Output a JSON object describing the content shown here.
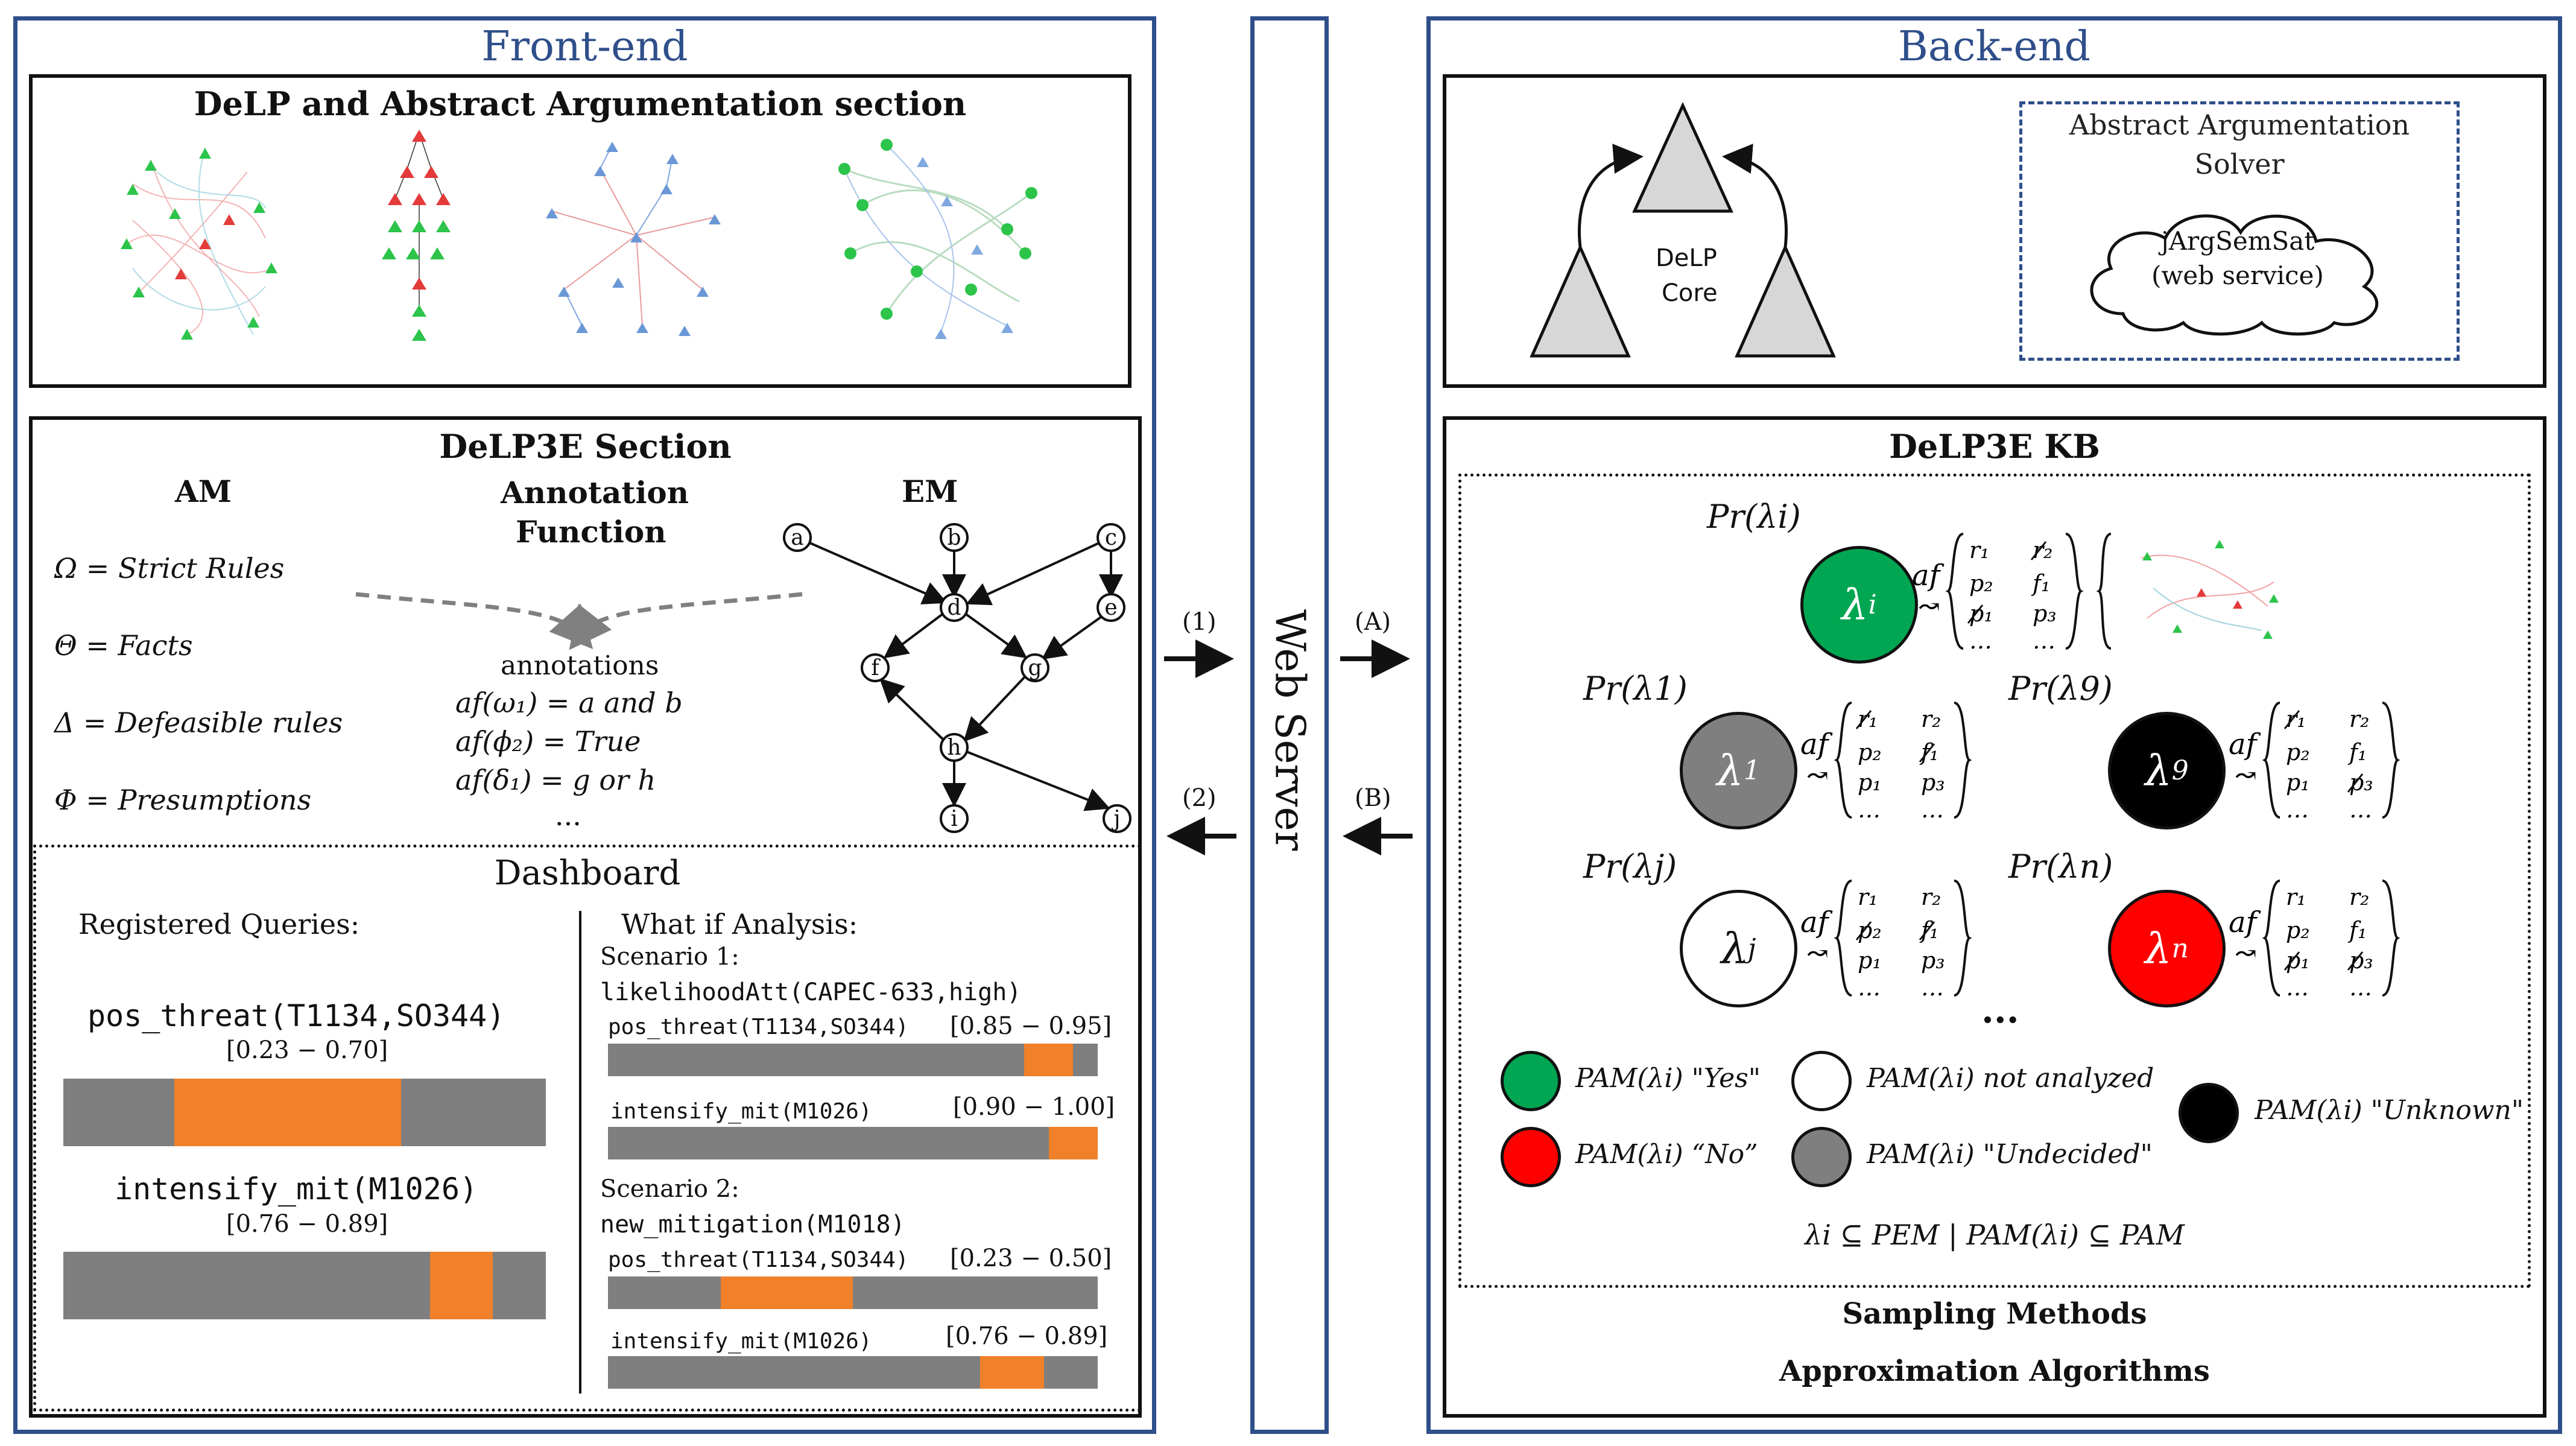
{
  "front_end": {
    "title": "Front-end",
    "delp_section": {
      "title": "DeLP and Abstract Argumentation section"
    },
    "delp3e_section": {
      "title": "DeLP3E Section",
      "am": {
        "title": "AM",
        "items": [
          "Ω = Strict Rules",
          "Θ = Facts",
          "Δ = Defeasible rules",
          "Φ = Presumptions"
        ]
      },
      "annotation": {
        "title_line1": "Annotation",
        "title_line2": "Function",
        "label": "annotations",
        "items": [
          "af(ω₁) = a and b",
          "af(ϕ₂) = True",
          "af(δ₁) = g or h",
          "..."
        ]
      },
      "em": {
        "title": "EM",
        "nodes": [
          "a",
          "b",
          "c",
          "d",
          "e",
          "f",
          "g",
          "h",
          "i",
          "j"
        ]
      }
    },
    "dashboard": {
      "title": "Dashboard",
      "registered": {
        "title": "Registered Queries:",
        "queries": [
          {
            "name": "pos_threat(T1134,SO344)",
            "range": "[0.23 − 0.70]",
            "lo": 0.23,
            "hi": 0.7
          },
          {
            "name": "intensify_mit(M1026)",
            "range": "[0.76 − 0.89]",
            "lo": 0.76,
            "hi": 0.89
          }
        ]
      },
      "whatif": {
        "title": "What if Analysis:",
        "scenarios": [
          {
            "label": "Scenario 1:",
            "action": "likelihoodAtt(CAPEC-633,high)",
            "queries": [
              {
                "name": "pos_threat(T1134,SO344)",
                "range": "[0.85 − 0.95]",
                "lo": 0.85,
                "hi": 0.95
              },
              {
                "name": "intensify_mit(M1026)",
                "range": "[0.90 − 1.00]",
                "lo": 0.9,
                "hi": 1.0
              }
            ]
          },
          {
            "label": "Scenario 2:",
            "action": "new_mitigation(M1018)",
            "queries": [
              {
                "name": "pos_threat(T1134,SO344)",
                "range": "[0.23 − 0.50]",
                "lo": 0.23,
                "hi": 0.5
              },
              {
                "name": "intensify_mit(M1026)",
                "range": "[0.76 − 0.89]",
                "lo": 0.76,
                "hi": 0.89
              }
            ]
          }
        ]
      }
    }
  },
  "web_server": {
    "label": "Web Server",
    "arrows": {
      "left_out": "(1)",
      "left_in": "(2)",
      "right_out": "(A)",
      "right_in": "(B)"
    }
  },
  "back_end": {
    "title": "Back-end",
    "delp_core": {
      "line1": "DeLP",
      "line2": "Core"
    },
    "solver": {
      "title_line1": "Abstract Argumentation",
      "title_line2": "Solver",
      "service_line1": "jArgSemSat",
      "service_line2": "(web service)"
    },
    "kb": {
      "title": "DeLP3E KB",
      "worlds": [
        {
          "prob": "Pr(λi)",
          "symbol": "λ",
          "sub": "i",
          "color": "#00a651",
          "text_color": "#ffffff"
        },
        {
          "prob": "Pr(λ1)",
          "symbol": "λ",
          "sub": "1",
          "color": "#7f7f7f",
          "text_color": "#ffffff"
        },
        {
          "prob": "Pr(λ9)",
          "symbol": "λ",
          "sub": "9",
          "color": "#000000",
          "text_color": "#ffffff"
        },
        {
          "prob": "Pr(λj)",
          "symbol": "λ",
          "sub": "j",
          "color": "#ffffff",
          "text_color": "#111111"
        },
        {
          "prob": "Pr(λn)",
          "symbol": "λ",
          "sub": "n",
          "color": "#ff0000",
          "text_color": "#ffffff"
        }
      ],
      "af_label": "af",
      "ellipsis": "...",
      "legend": [
        {
          "label": "PAM(λi) \"Yes\"",
          "color": "#00a651"
        },
        {
          "label": "PAM(λi) not analyzed",
          "color": "#ffffff"
        },
        {
          "label": "PAM(λi) \"Unknown\"",
          "color": "#000000"
        },
        {
          "label": "PAM(λi) “No”",
          "color": "#ff0000"
        },
        {
          "label": "PAM(λi) \"Undecided\"",
          "color": "#7f7f7f"
        }
      ],
      "formula": "λi ⊆ PEM | PAM(λi) ⊆ PAM"
    },
    "footer": {
      "line1": "Sampling Methods",
      "line2": "Approximation Algorithms"
    }
  },
  "colors": {
    "frame_blue": "#2f4f8a",
    "orange": "#f0802a",
    "bar_gray": "#7f7f7f"
  }
}
